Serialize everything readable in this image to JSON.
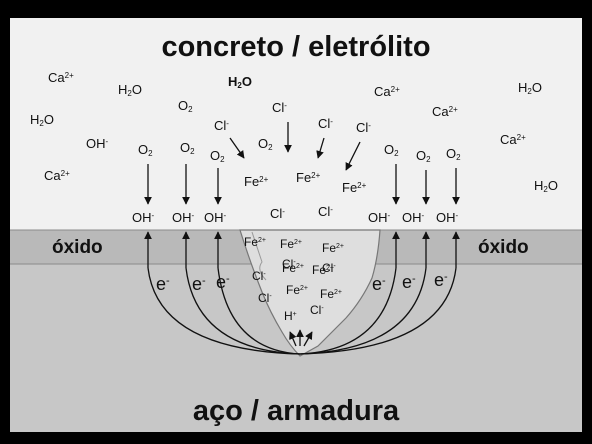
{
  "title_top": "concreto / eletrólito",
  "title_bottom": "aço / armadura",
  "oxide_left": "óxido",
  "oxide_right": "óxido",
  "colors": {
    "border": "#000000",
    "electrolyte": "#f1f1f1",
    "oxide": "#b9b9b9",
    "steel": "#c7c7c7",
    "pit": "#dedede",
    "ink": "#111111"
  },
  "species": {
    "ca": "Ca",
    "ca_charge": "2+",
    "water": "H",
    "water_sub": "2",
    "water_end": "O",
    "oxygen": "O",
    "oxygen_sub": "2",
    "hydroxide": "OH",
    "hydroxide_charge": "-",
    "chloride": "Cl",
    "chloride_charge": "-",
    "iron": "Fe",
    "iron_charge": "2+",
    "proton": "H",
    "proton_charge": "+",
    "electron": "e",
    "electron_charge": "-"
  }
}
